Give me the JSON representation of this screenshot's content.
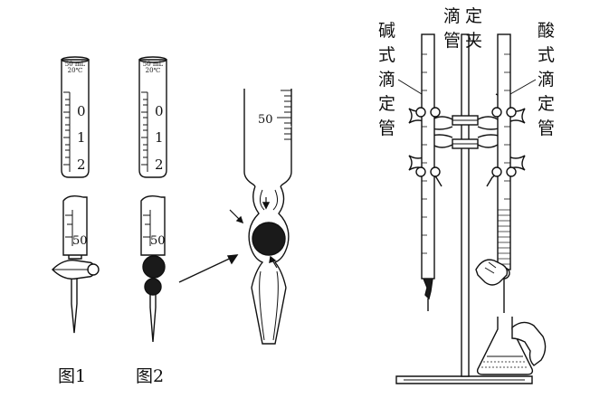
{
  "figure1": {
    "caption": "图1",
    "tube_label": "50 mL",
    "tube_temp": "20℃",
    "scale_ticks": [
      "0",
      "1",
      "2"
    ],
    "lower_mark": "50"
  },
  "figure2": {
    "caption": "图2",
    "tube_label": "50 mL",
    "tube_temp": "20℃",
    "scale_ticks": [
      "0",
      "1",
      "2"
    ],
    "lower_mark": "50"
  },
  "zoom": {
    "mark": "50"
  },
  "apparatus": {
    "base_burette_label": [
      "碱",
      "式",
      "滴",
      "定",
      "管"
    ],
    "clamp_label_col1": [
      "滴",
      "管"
    ],
    "clamp_label_col2": [
      "定",
      "夹"
    ],
    "acid_burette_label": [
      "酸",
      "式",
      "滴",
      "定",
      "管"
    ]
  }
}
